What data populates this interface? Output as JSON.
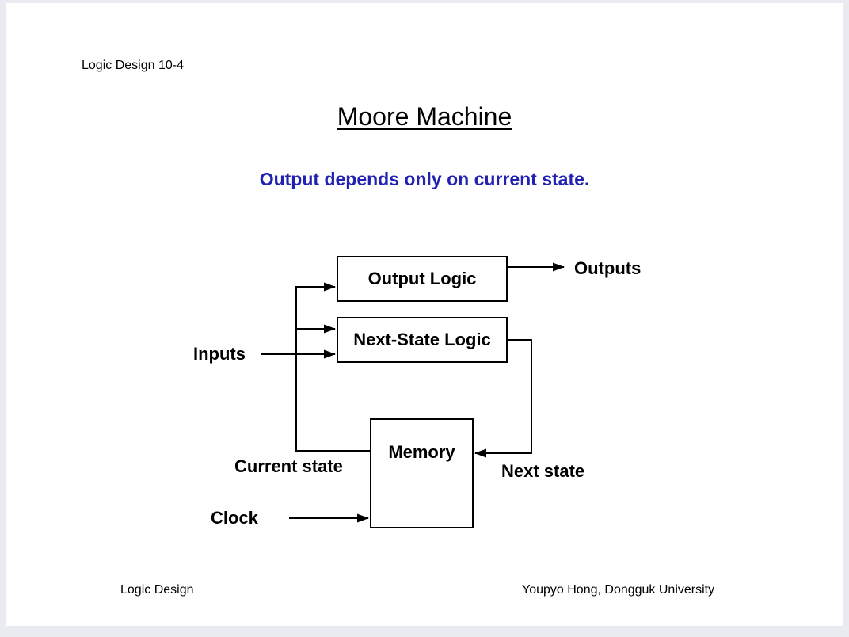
{
  "page": {
    "header": "Logic Design 10-4",
    "title": "Moore Machine",
    "subtitle": "Output depends only on current state.",
    "subtitle_color": "#2121b2",
    "footer_left": "Logic Design",
    "footer_right": "Youpyo Hong, Dongguk University",
    "background_color": "#ffffff",
    "surround_color": "#e9ebf1"
  },
  "diagram": {
    "boxes": [
      {
        "id": "output-logic",
        "label": "Output Logic"
      },
      {
        "id": "next-state-logic",
        "label": "Next-State Logic"
      },
      {
        "id": "memory",
        "label": "Memory"
      }
    ],
    "labels": {
      "inputs": "Inputs",
      "outputs": "Outputs",
      "current_state": "Current state",
      "next_state": "Next state",
      "clock": "Clock"
    },
    "line_color": "#000000"
  }
}
